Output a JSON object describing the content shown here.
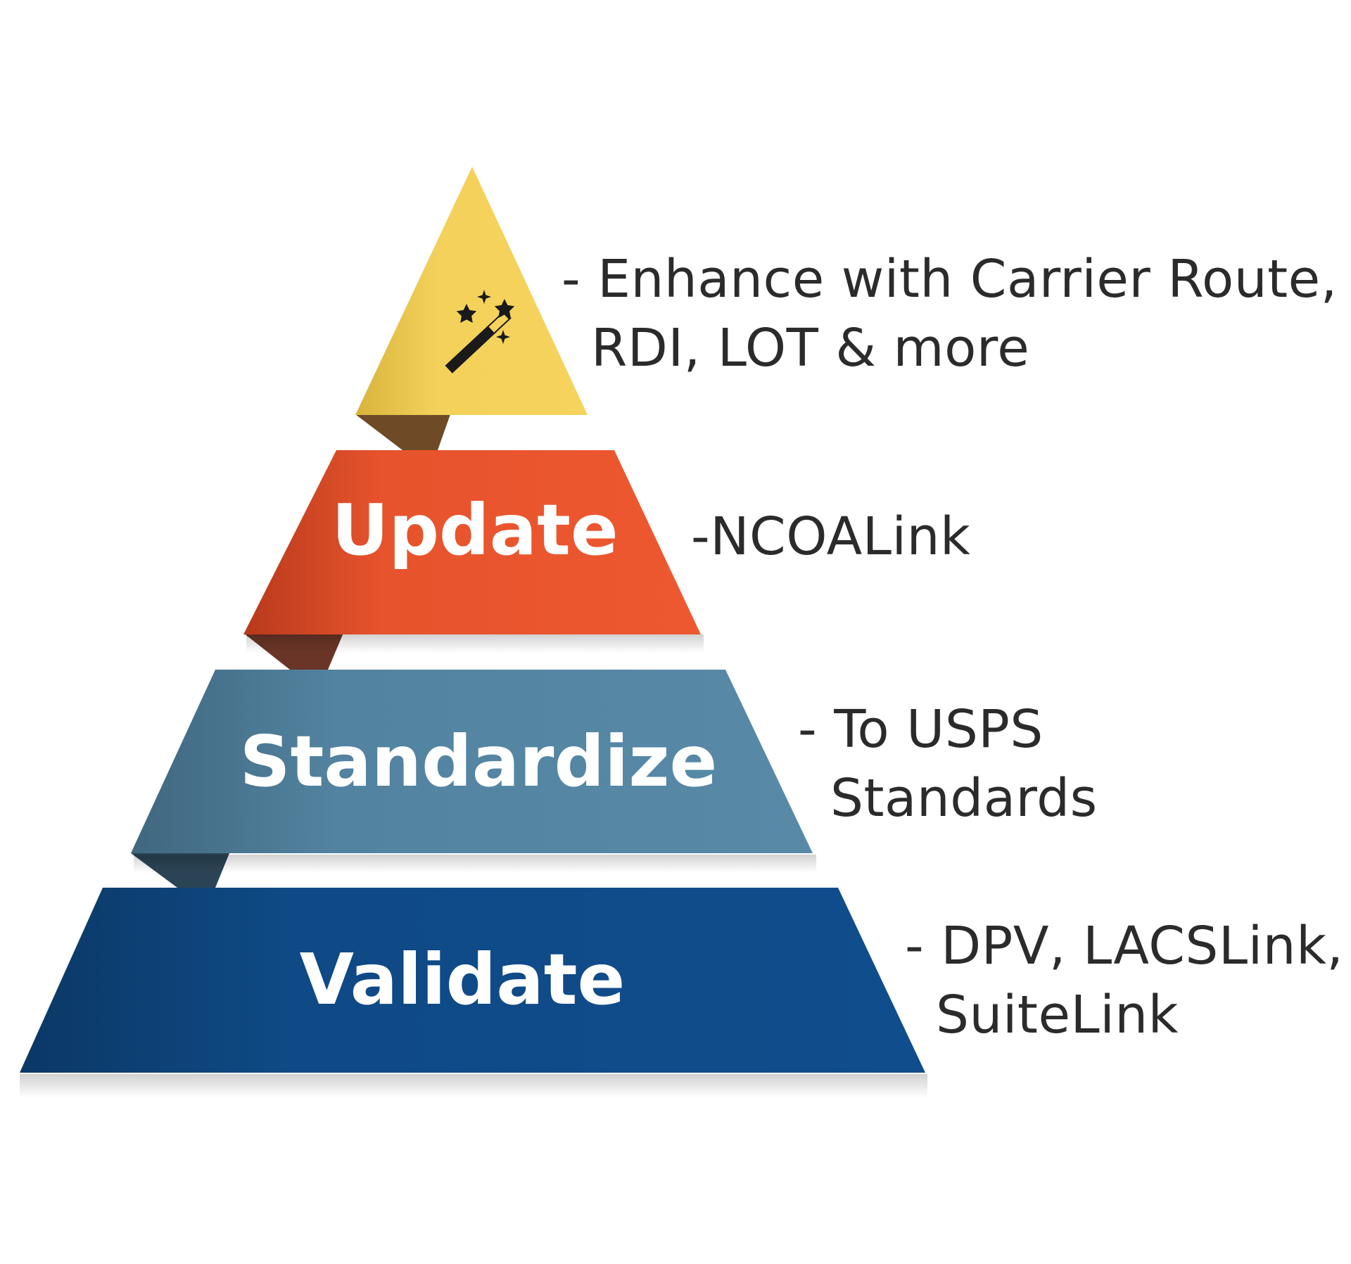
{
  "pyramid": {
    "tiers": [
      {
        "label": "",
        "icon": "magic-wand-icon",
        "color": "#f3d15a",
        "description": [
          "- Enhance with Carrier Route,",
          "RDI, LOT & more"
        ]
      },
      {
        "label": "Update",
        "color": "#eb562e",
        "description": [
          "-NCOALink"
        ]
      },
      {
        "label": "Standardize",
        "color": "#5686a3",
        "description": [
          "- To USPS",
          "Standards"
        ]
      },
      {
        "label": "Validate",
        "color": "#0f4c8a",
        "description": [
          "- DPV, LACSLink,",
          "SuiteLink"
        ]
      }
    ]
  }
}
